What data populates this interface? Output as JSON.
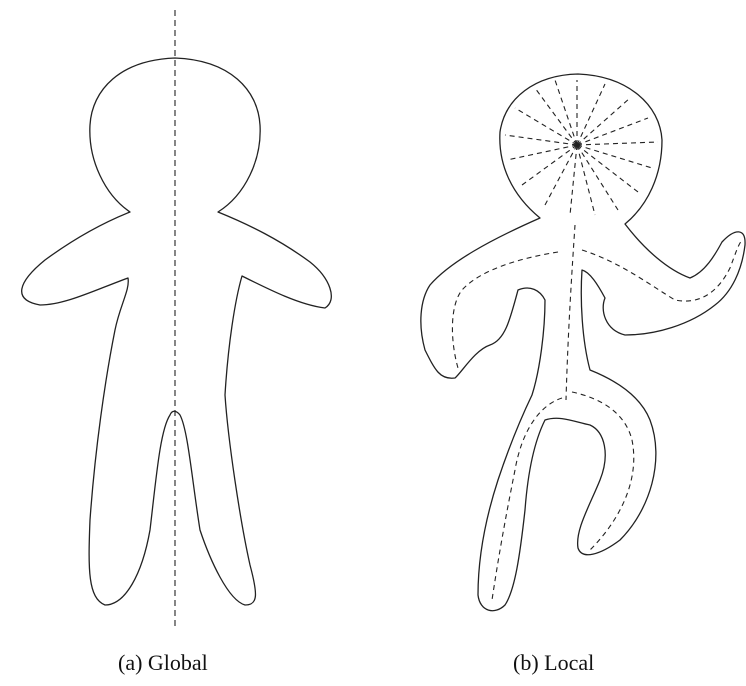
{
  "figure": {
    "panels": [
      {
        "id": "a",
        "caption": "(a) Global"
      },
      {
        "id": "b",
        "caption": "(b) Local"
      }
    ]
  }
}
